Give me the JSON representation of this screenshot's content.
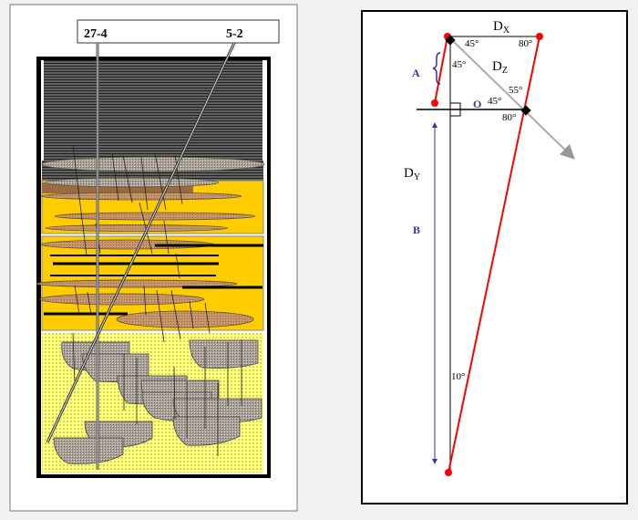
{
  "left_panel": {
    "well_labels": [
      "27-4",
      "5-2"
    ]
  },
  "right_panel": {
    "labels": {
      "dx": "D",
      "dx_sub": "X",
      "dz": "D",
      "dz_sub": "Z",
      "dy": "D",
      "dy_sub": "Y",
      "a": "A",
      "b": "B",
      "o": "O",
      "angle_top_left": "45°",
      "angle_top_right": "80°",
      "angle_left_vertical": "45°",
      "angle_55": "55°",
      "angle_o_45": "45°",
      "angle_bottom_80": "80°",
      "angle_10": "10°"
    }
  },
  "colors": {
    "yellow": "#ffcc00",
    "pale_yellow": "#ffff66",
    "shale": "#555555",
    "sand": "#c8a080",
    "red": "#ff0000",
    "blue": "#3333aa"
  }
}
